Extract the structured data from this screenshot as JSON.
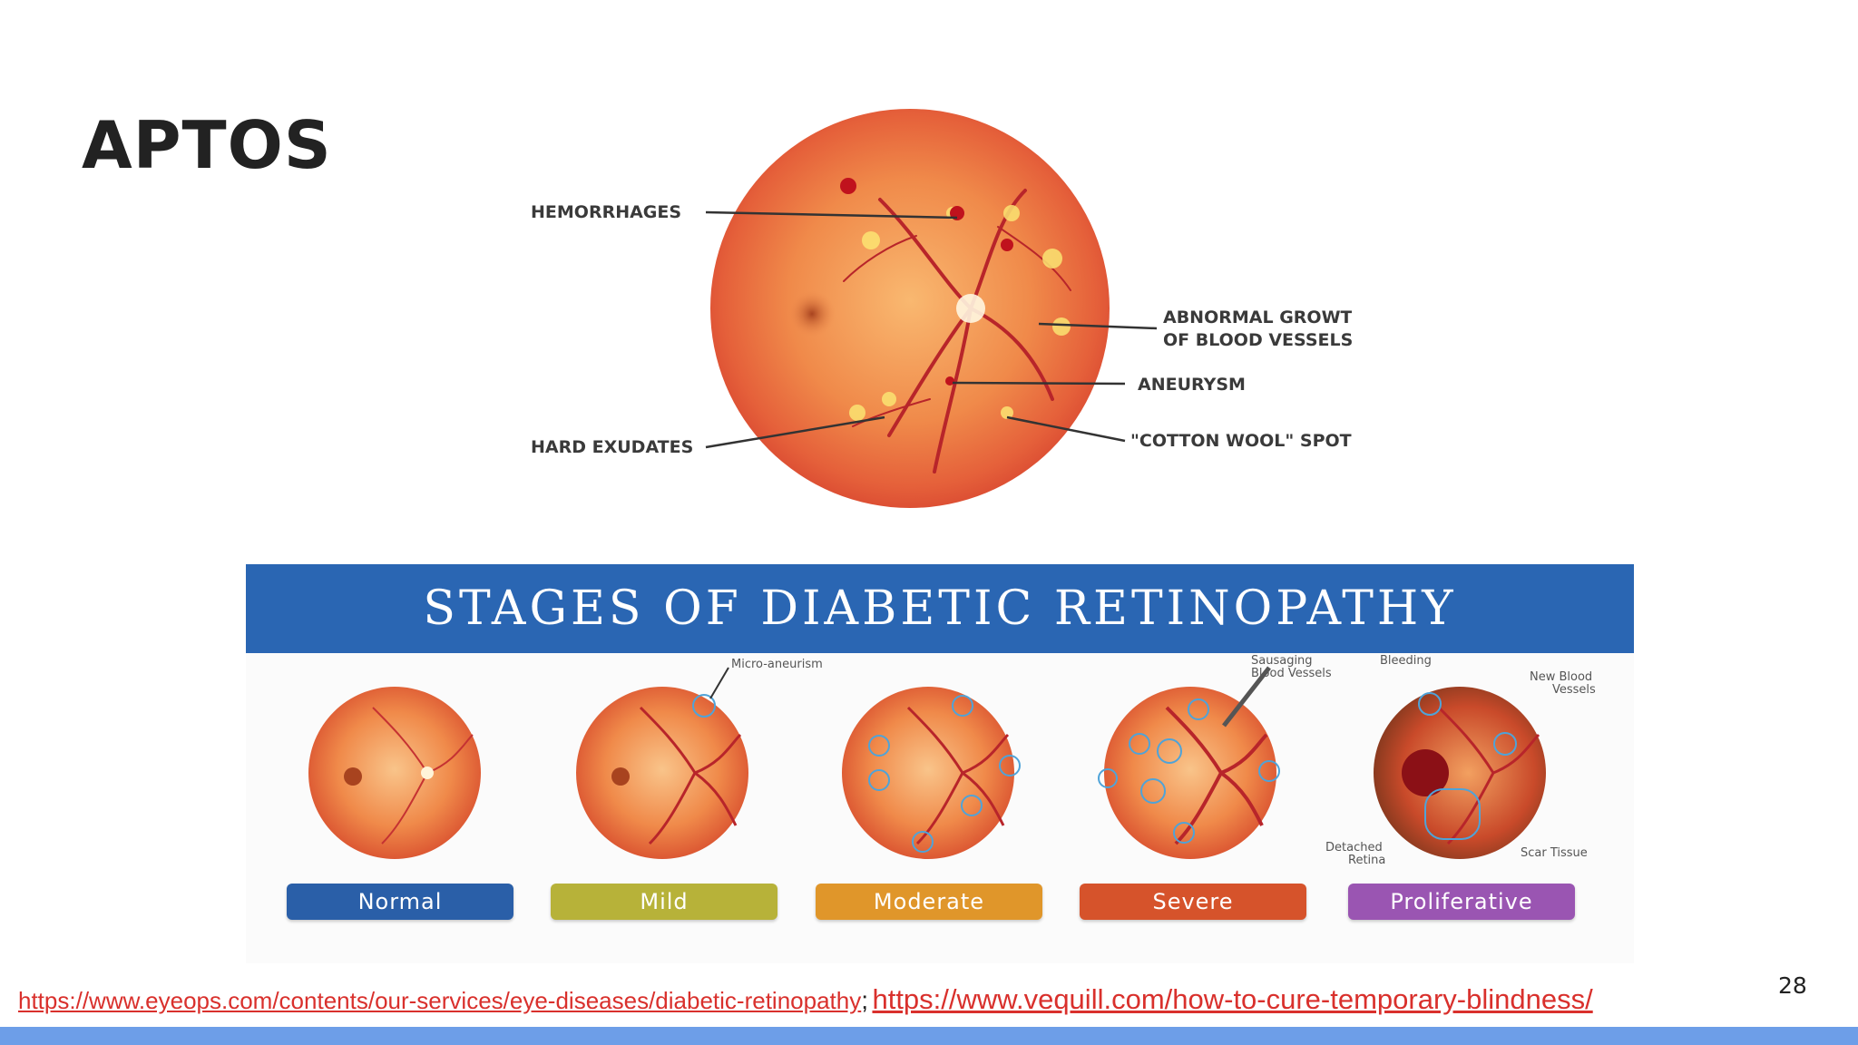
{
  "slide": {
    "title": "APTOS",
    "page_number": "28"
  },
  "fundus_labels": {
    "hemorrhages": "HEMORRHAGES",
    "hard_exudates": "HARD EXUDATES",
    "abnormal_growth_line1": "ABNORMAL GROWTH",
    "abnormal_growth_line2": "OF BLOOD VESSELS",
    "aneurysm": "ANEURYSM",
    "cotton_wool": "\"COTTON WOOL\" SPOTS"
  },
  "stages": {
    "banner": "STAGES OF DIABETIC RETINOPATHY",
    "items": [
      {
        "label": "Normal",
        "color": "#2a5fa8"
      },
      {
        "label": "Mild",
        "color": "#b7b239"
      },
      {
        "label": "Moderate",
        "color": "#e0962a"
      },
      {
        "label": "Severe",
        "color": "#d6532b"
      },
      {
        "label": "Proliferative",
        "color": "#9a55b2"
      }
    ],
    "annotations": {
      "micro_aneurism": "Micro-aneurism",
      "sausaging_1": "Sausaging",
      "sausaging_2": "Blood Vessels",
      "bleeding": "Bleeding",
      "new_vessels_1": "New Blood",
      "new_vessels_2": "Vessels",
      "detached_1": "Detached",
      "detached_2": "Retina",
      "scar": "Scar Tissue"
    }
  },
  "sources": {
    "link1": "https://www.eyeops.com/contents/our-services/eye-diseases/diabetic-retinopathy",
    "separator": ";",
    "link2": "https://www.vequill.com/how-to-cure-temporary-blindness/"
  },
  "colors": {
    "accent_bar": "#6d9ee8",
    "banner": "#2a66b3",
    "link": "#d9302c"
  }
}
